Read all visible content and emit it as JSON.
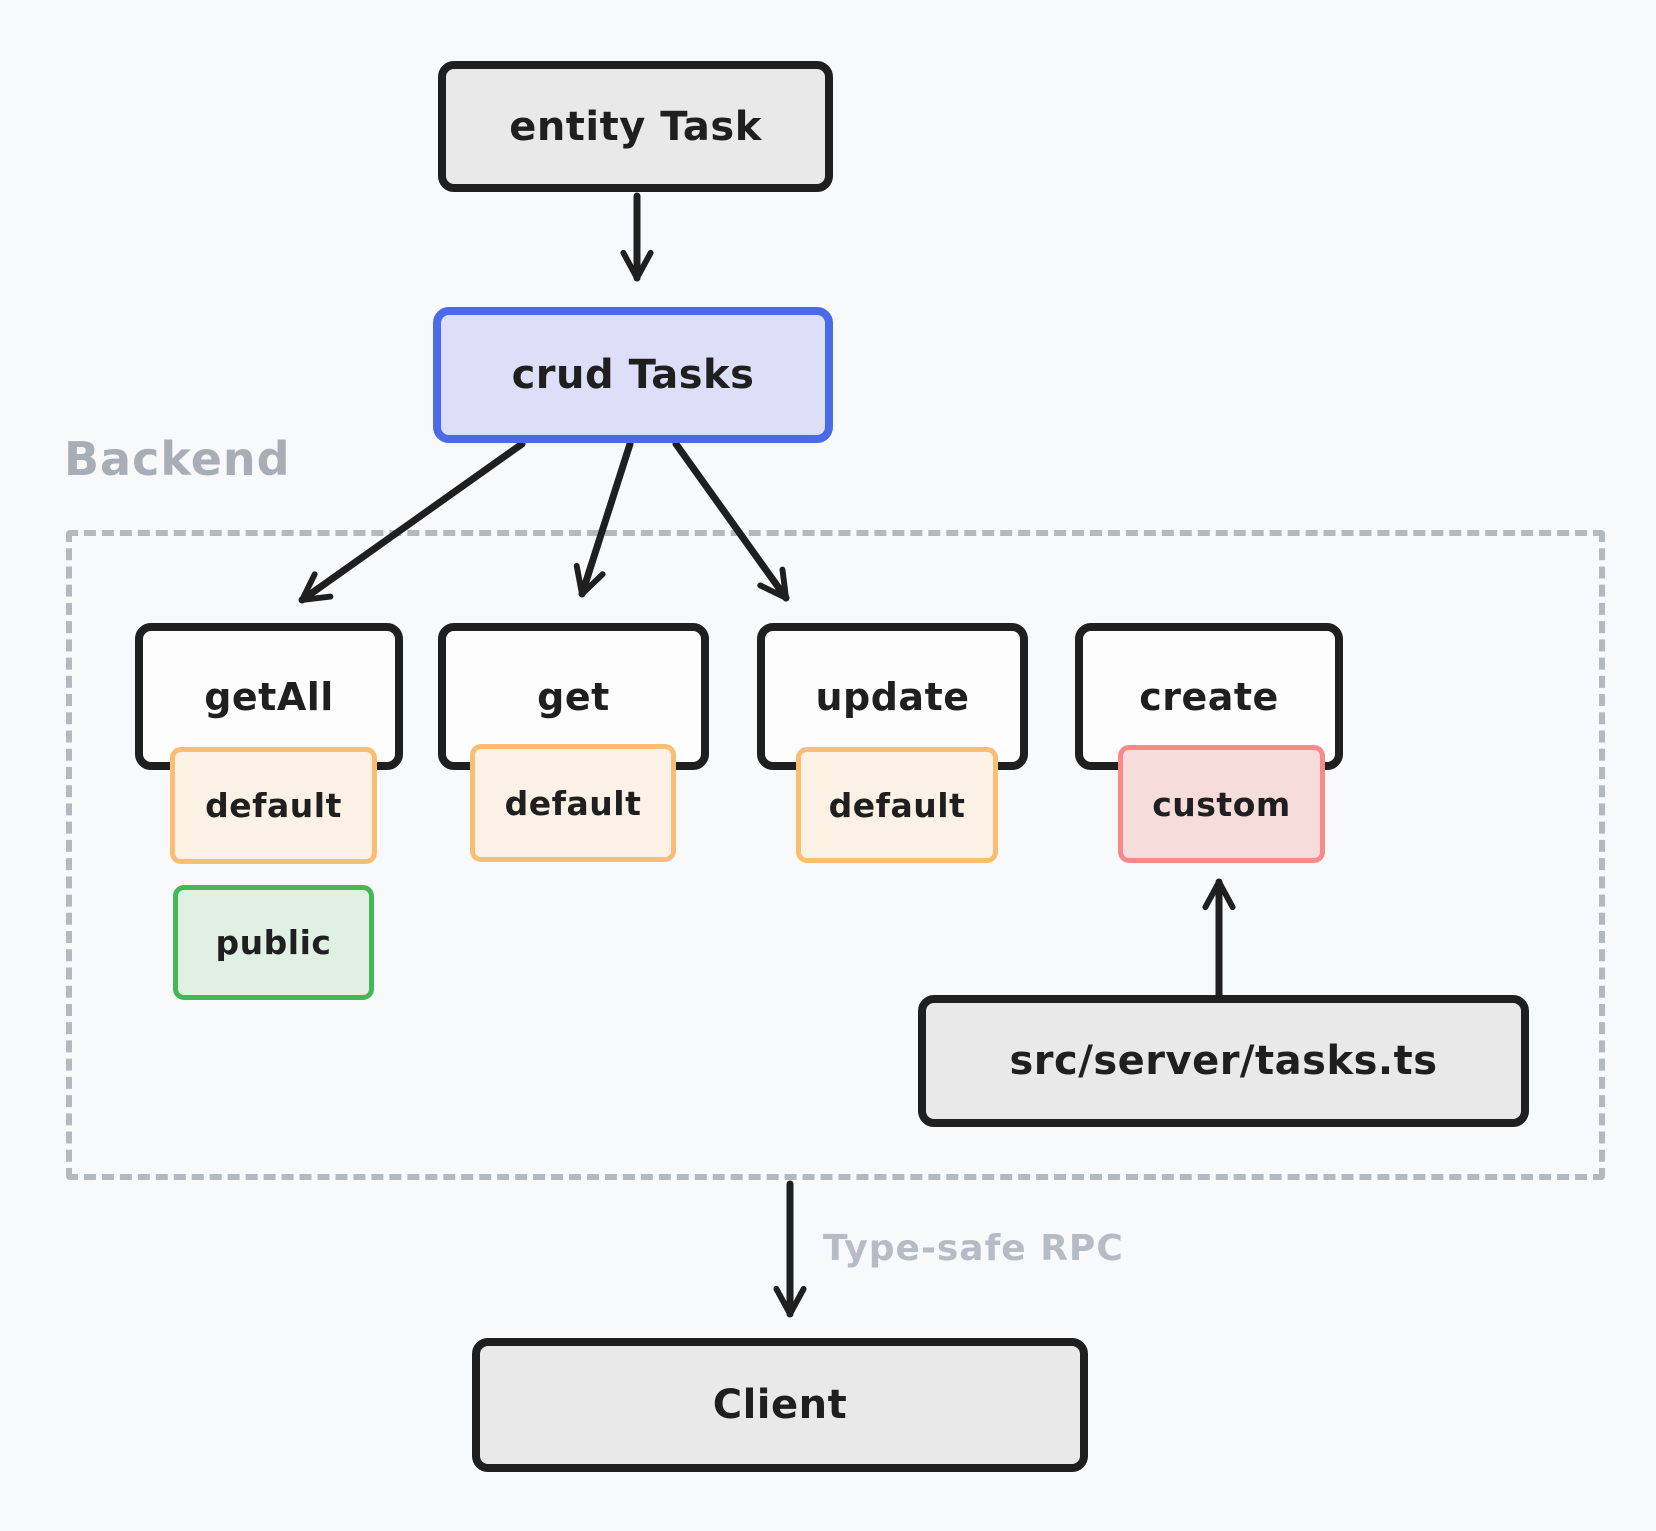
{
  "colors": {
    "bg": "#f8f9fb",
    "ink": "#1f1f1f",
    "grayFill": "#e9e9e9",
    "whiteFill": "#fdfdfe",
    "blueBorder": "#4a6ae8",
    "blueFill": "#dcdff7",
    "orangeBorder": "#f9bd73",
    "orangeFill": "#fbf1e4",
    "redBorder": "#f88a8a",
    "redFill": "#f7dcdc",
    "greenBorder": "#41b957",
    "greenFill": "#e0f1e3",
    "muted": "#a8aeb6",
    "mutedLight": "#b5bcc6",
    "dash": "#b4b9bf"
  },
  "labels": {
    "backend": "Backend",
    "rpc": "Type-safe RPC"
  },
  "nodes": {
    "entity_task": {
      "label": "entity Task"
    },
    "crud_tasks": {
      "label": "crud Tasks"
    },
    "get_all": {
      "label": "getAll"
    },
    "get": {
      "label": "get"
    },
    "update": {
      "label": "update"
    },
    "create": {
      "label": "create"
    },
    "get_all_variant": {
      "label": "default"
    },
    "get_variant": {
      "label": "default"
    },
    "update_variant": {
      "label": "default"
    },
    "create_variant": {
      "label": "custom"
    },
    "get_all_access": {
      "label": "public"
    },
    "server_file": {
      "label": "src/server/tasks.ts"
    },
    "client": {
      "label": "Client"
    }
  },
  "connections": [
    {
      "from": "entity_task",
      "to": "crud_tasks"
    },
    {
      "from": "crud_tasks",
      "to": "get_all"
    },
    {
      "from": "crud_tasks",
      "to": "get"
    },
    {
      "from": "crud_tasks",
      "to": "update"
    },
    {
      "from": "server_file",
      "to": "create_variant"
    },
    {
      "from": "backend_boundary",
      "to": "client",
      "label": "Type-safe RPC"
    }
  ]
}
